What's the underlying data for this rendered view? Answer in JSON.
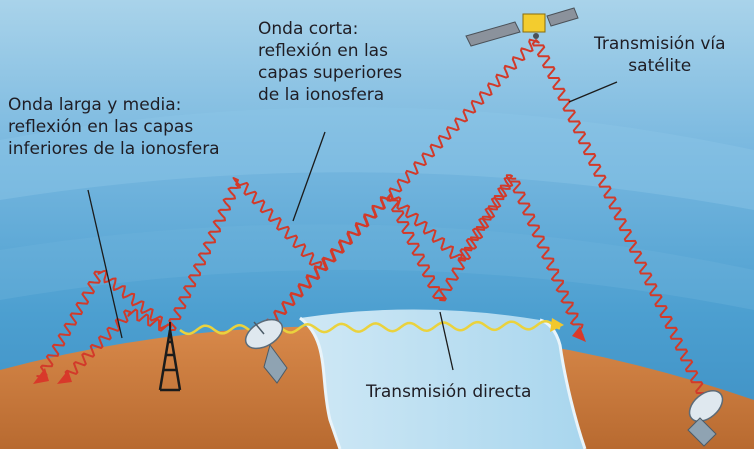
{
  "labels": {
    "long_wave": {
      "line1": "Onda larga y media:",
      "line2": "reflexión en las capas",
      "line3": "inferiores de la ionosfera"
    },
    "short_wave": {
      "line1": "Onda corta:",
      "line2": "reflexión en las",
      "line3": "capas superiores",
      "line4": "de la ionosfera"
    },
    "satellite": {
      "line1": "Transmisión vía",
      "line2": "satélite"
    },
    "direct": {
      "line1": "Transmisión directa"
    }
  },
  "colors": {
    "sky_top": "#9ccbe6",
    "sky_mid": "#5fa8d6",
    "sky_low": "#3f93c8",
    "ionosphere_band": "#7dbbe0",
    "earth": "#c9783c",
    "earth_dark": "#a65a26",
    "sea": "#bfe0f2",
    "wave_red": "#d23a2a",
    "wave_yellow": "#e8d23a",
    "arrow_red": "#d8392a"
  }
}
